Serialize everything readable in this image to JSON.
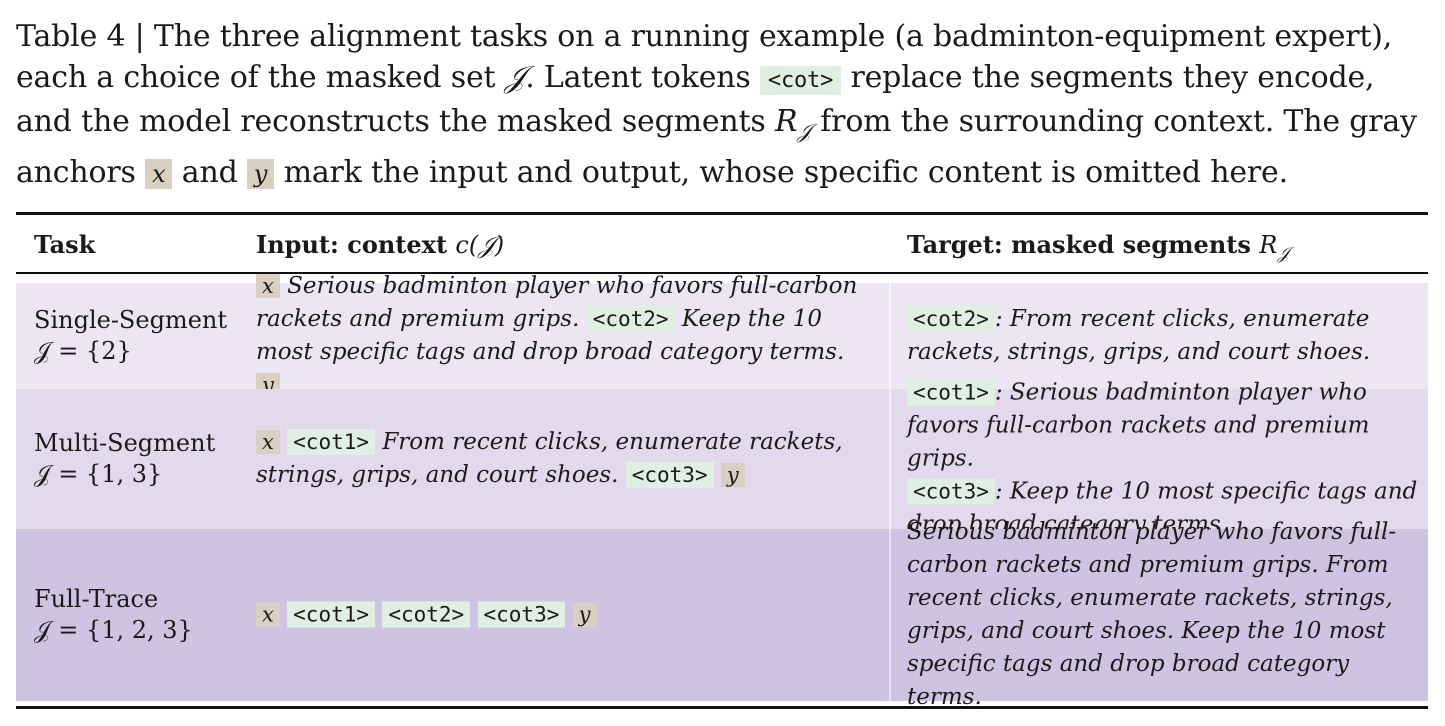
{
  "caption": {
    "p1": "Table 4 | The three alignment tasks on a running example (a badminton-equipment expert), each a choice of the masked set ",
    "j1": "𝒥",
    "p2": ". Latent tokens ",
    "cot": "<cot>",
    "p3": " replace the segments they encode, and the model reconstructs the masked segments ",
    "rj": "R",
    "rj_sub": "𝒥",
    "p4": " from the surrounding context. The gray anchors ",
    "x": "x",
    "p5": " and ",
    "y": "y",
    "p6": " mark the input and output, whose specific content is omitted here."
  },
  "headers": {
    "task": "Task",
    "input_label": "Input: context ",
    "input_math": "c(𝒥)",
    "target_label": "Target: masked segments ",
    "target_math": "R",
    "target_sub": "𝒥"
  },
  "rows": [
    {
      "task": "Single-Segment",
      "set": "𝒥 = {2}",
      "input": {
        "x": "x",
        "t1": " Serious badminton player who favors full-carbon rackets and premium grips. ",
        "cot": "<cot2>",
        "t2": " Keep the 10 most specific tags and drop broad category terms. ",
        "y": "y"
      },
      "target": {
        "cot": "<cot2>",
        "t1": ": From recent clicks, enumerate rackets, strings, grips, and court shoes."
      }
    },
    {
      "task": "Multi-Segment",
      "set": "𝒥 = {1, 3}",
      "input": {
        "x": "x",
        "cot_a": "<cot1>",
        "t1": " From recent clicks, enumerate rackets, strings, grips, and court shoes. ",
        "cot_b": "<cot3>",
        "y": "y"
      },
      "target": {
        "cot_a": "<cot1>",
        "t1": ": Serious badminton player who favors full-carbon rackets and premium grips.",
        "cot_b": "<cot3>",
        "t2": ": Keep the 10 most specific tags and drop broad category terms."
      }
    },
    {
      "task": "Full-Trace",
      "set": "𝒥 = {1, 2, 3}",
      "input": {
        "x": "x",
        "cot_a": "<cot1>",
        "cot_b": "<cot2>",
        "cot_c": "<cot3>",
        "y": "y"
      },
      "target": {
        "t1": "Serious badminton player who favors full-carbon rackets and premium grips. From recent clicks, enumerate rackets, strings, grips, and court shoes. Keep the 10 most specific tags and drop broad category terms."
      }
    }
  ],
  "colors": {
    "token_bg": "#dff0e3",
    "anchor_bg": "#d9d0c1",
    "row1_bg": "#ebe6f1",
    "row2_bg": "#e2d9ec",
    "row3_bg": "#cec3e0"
  }
}
